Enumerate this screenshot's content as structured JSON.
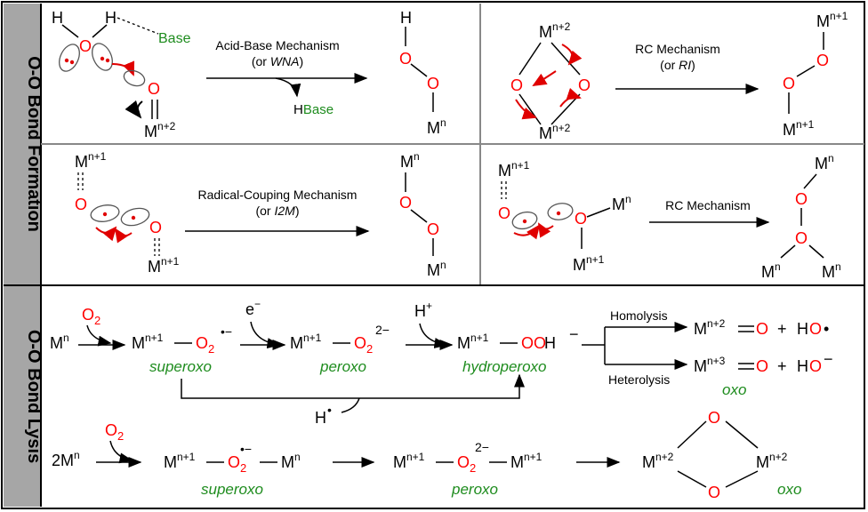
{
  "side_labels": {
    "formation": "O-O Bond Formation",
    "lysis": "O-O Bond Lysis"
  },
  "panel_wna": {
    "h_left": "H",
    "h_right": "H",
    "base": "Base",
    "o_water": "O",
    "o_oxo": "O",
    "metal": "M",
    "metal_sup": "n+2",
    "mech_line1": "Acid-Base Mechanism",
    "mech_line2_pre": "(or ",
    "mech_line2_em": "WNA",
    "mech_line2_post": ")",
    "byproduct_h": "H",
    "byproduct_base": "Base",
    "prod_h": "H",
    "prod_o1": "O",
    "prod_o2": "O",
    "prod_metal": "M",
    "prod_metal_sup": "n"
  },
  "panel_ri": {
    "metal_top": "M",
    "metal_top_sup": "n+2",
    "metal_bot": "M",
    "metal_bot_sup": "n+2",
    "o_left": "O",
    "o_right": "O",
    "mech_line1": "RC Mechanism",
    "mech_line2_pre": "(or ",
    "mech_line2_em": "RI",
    "mech_line2_post": ")",
    "prod_metal_top": "M",
    "prod_metal_top_sup": "n+1",
    "prod_o1": "O",
    "prod_o2": "O",
    "prod_metal_bot": "M",
    "prod_metal_bot_sup": "n+1"
  },
  "panel_i2m": {
    "metal_top": "M",
    "metal_top_sup": "n+1",
    "o_left": "O",
    "o_right": "O",
    "metal_bot": "M",
    "metal_bot_sup": "n+1",
    "mech_line1": "Radical-Couping Mechanism",
    "mech_line2_pre": "(or ",
    "mech_line2_em": "I2M",
    "mech_line2_post": ")",
    "prod_metal_top": "M",
    "prod_metal_top_sup": "n",
    "prod_o1": "O",
    "prod_o2": "O",
    "prod_metal_bot": "M",
    "prod_metal_bot_sup": "n"
  },
  "panel_rc2": {
    "metal_oxo": "M",
    "metal_oxo_sup": "n+1",
    "o_oxo": "O",
    "o_bridge": "O",
    "metal_r": "M",
    "metal_r_sup": "n",
    "metal_b": "M",
    "metal_b_sup": "n+1",
    "mech_line1": "RC Mechanism",
    "prod_metal_top": "M",
    "prod_metal_top_sup": "n",
    "prod_o1": "O",
    "prod_o2": "O",
    "prod_metal_l": "M",
    "prod_metal_l_sup": "n",
    "prod_metal_r": "M",
    "prod_metal_r_sup": "n"
  },
  "lysis_row1": {
    "o2": "O",
    "o2_sub": "2",
    "start_metal": "M",
    "start_metal_sup": "n",
    "sup_metal": "M",
    "sup_metal_sup": "n+1",
    "sup_o": "O",
    "sup_o_sub": "2",
    "sup_charge": "•−",
    "sup_label": "superoxo",
    "electron": "e",
    "electron_sup": "−",
    "per_metal": "M",
    "per_metal_sup": "n+1",
    "per_o": "O",
    "per_o_sub": "2",
    "per_charge": "2−",
    "per_label": "peroxo",
    "proton": "H",
    "proton_sup": "+",
    "hyd_metal": "M",
    "hyd_metal_sup": "n+1",
    "hyd_oo": "OO",
    "hyd_h": "H",
    "hyd_charge": "−",
    "hyd_label": "hydroperoxo",
    "h_radical": "H",
    "h_dot": "•",
    "homolysis": "Homolysis",
    "heterolysis": "Heterolysis",
    "homo_metal": "M",
    "homo_metal_sup": "n+2",
    "homo_o": "O",
    "homo_plus": "+",
    "homo_h": "H",
    "homo_o2": "O",
    "homo_dot": "•",
    "het_metal": "M",
    "het_metal_sup": "n+3",
    "het_o": "O",
    "het_plus": "+",
    "het_h": "H",
    "het_o2": "O",
    "het_charge": "−",
    "oxo_label": "oxo"
  },
  "lysis_row2": {
    "o2": "O",
    "o2_sub": "2",
    "start": "2M",
    "start_sup": "n",
    "sup_metal_l": "M",
    "sup_metal_l_sup": "n+1",
    "sup_o": "O",
    "sup_o_sub": "2",
    "sup_charge": "•−",
    "sup_metal_r": "M",
    "sup_metal_r_sup": "n",
    "sup_label": "superoxo",
    "per_metal_l": "M",
    "per_metal_l_sup": "n+1",
    "per_o": "O",
    "per_o_sub": "2",
    "per_charge": "2−",
    "per_metal_r": "M",
    "per_metal_r_sup": "n+1",
    "per_label": "peroxo",
    "oxo_metal_l": "M",
    "oxo_metal_l_sup": "n+2",
    "oxo_metal_r": "M",
    "oxo_metal_r_sup": "n+2",
    "oxo_o_top": "O",
    "oxo_o_bot": "O",
    "oxo_label": "oxo"
  }
}
